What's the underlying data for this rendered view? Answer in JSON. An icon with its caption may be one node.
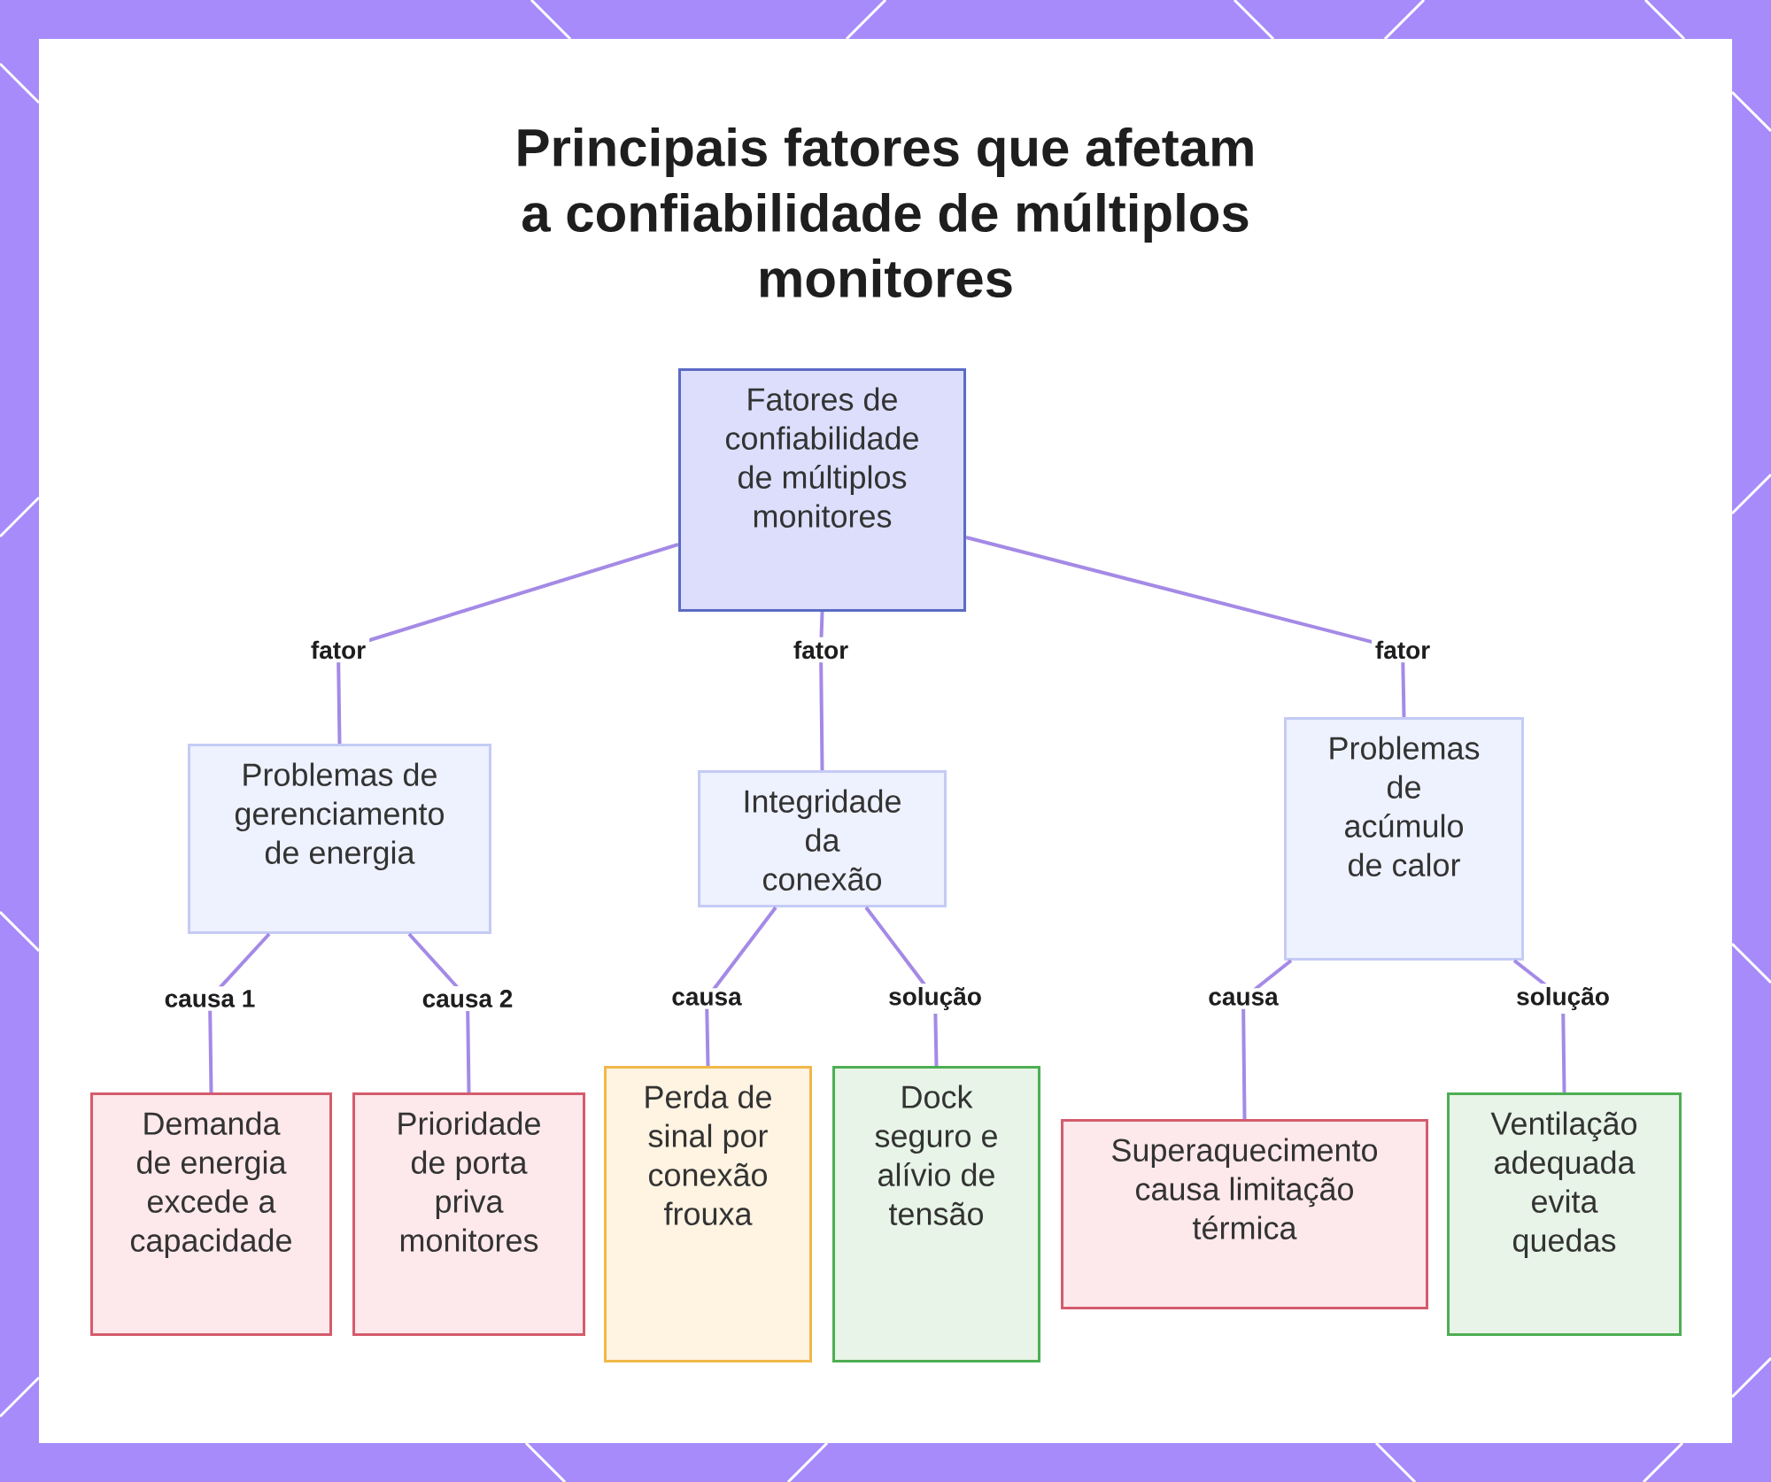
{
  "diagram": {
    "title": "Principais fatores que afetam a confiabilidade de múltiplos monitores",
    "nodes": [
      {
        "text": [
          "Fatores de confiabilidade de múltiplos monitores"
        ]
      },
      {
        "text": [
          "Problemas de gerenciamento de energia"
        ]
      },
      {
        "text": [
          "Integridade da conexão"
        ]
      },
      {
        "text": [
          "Problemas de acúmulo de calor"
        ]
      },
      {
        "text": [
          "Demanda de energia excede a capacidade"
        ]
      },
      {
        "text": [
          "Prioridade de porta priva monitores"
        ]
      },
      {
        "text": [
          "Perda de sinal por conexão frouxa"
        ]
      },
      {
        "text": [
          "Dock seguro e alívio de tensão"
        ]
      },
      {
        "text": [
          "Superaquecimento causa limitação térmica"
        ]
      },
      {
        "text": [
          "Ventilação adequada evita quedas"
        ]
      }
    ],
    "edges": [
      {
        "from": 0,
        "to": 1,
        "arrow": "none",
        "label": "fator"
      },
      {
        "from": 0,
        "to": 2,
        "arrow": "none",
        "label": "fator"
      },
      {
        "from": 0,
        "to": 3,
        "arrow": "none",
        "label": "fator"
      },
      {
        "from": 1,
        "to": 4,
        "arrow": "none",
        "label": "causa 1"
      },
      {
        "from": 1,
        "to": 5,
        "arrow": "none",
        "label": "causa 2"
      },
      {
        "from": 2,
        "to": 6,
        "arrow": "none",
        "label": "causa"
      },
      {
        "from": 2,
        "to": 7,
        "arrow": "none",
        "label": "solução"
      },
      {
        "from": 3,
        "to": 8,
        "arrow": "none",
        "label": "causa"
      },
      {
        "from": 3,
        "to": 9,
        "arrow": "none",
        "label": "solução"
      }
    ]
  }
}
